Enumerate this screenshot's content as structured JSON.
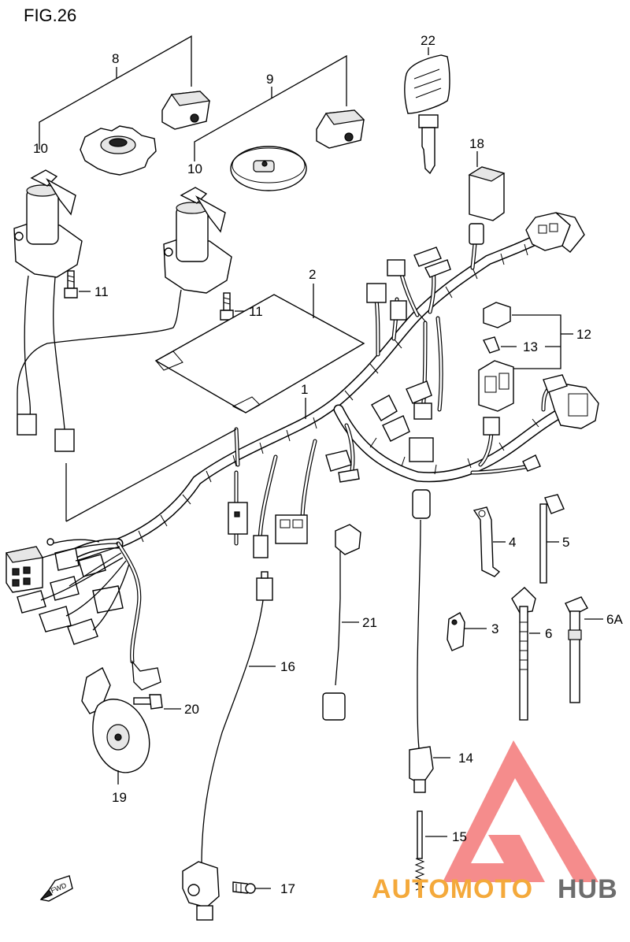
{
  "figure": {
    "title": "FIG.26"
  },
  "callouts": [
    {
      "id": "8",
      "label": "8"
    },
    {
      "id": "9",
      "label": "9"
    },
    {
      "id": "10a",
      "label": "10"
    },
    {
      "id": "10b",
      "label": "10"
    },
    {
      "id": "11a",
      "label": "11"
    },
    {
      "id": "11b",
      "label": "11"
    },
    {
      "id": "2",
      "label": "2"
    },
    {
      "id": "1",
      "label": "1"
    },
    {
      "id": "22",
      "label": "22"
    },
    {
      "id": "18",
      "label": "18"
    },
    {
      "id": "12",
      "label": "12"
    },
    {
      "id": "13",
      "label": "13"
    },
    {
      "id": "4",
      "label": "4"
    },
    {
      "id": "5",
      "label": "5"
    },
    {
      "id": "3",
      "label": "3"
    },
    {
      "id": "6",
      "label": "6"
    },
    {
      "id": "6A",
      "label": "6A"
    },
    {
      "id": "21",
      "label": "21"
    },
    {
      "id": "16",
      "label": "16"
    },
    {
      "id": "20",
      "label": "20"
    },
    {
      "id": "19",
      "label": "19"
    },
    {
      "id": "14",
      "label": "14"
    },
    {
      "id": "15",
      "label": "15"
    },
    {
      "id": "17",
      "label": "17"
    }
  ],
  "direction_marker": {
    "label": "FWD"
  },
  "watermark": {
    "text_primary": "AUTOMOTO",
    "text_secondary": "HUB",
    "color_primary": "#f4a93b",
    "color_secondary": "#6d6d6d",
    "triangle_color": "#f26b6b"
  }
}
